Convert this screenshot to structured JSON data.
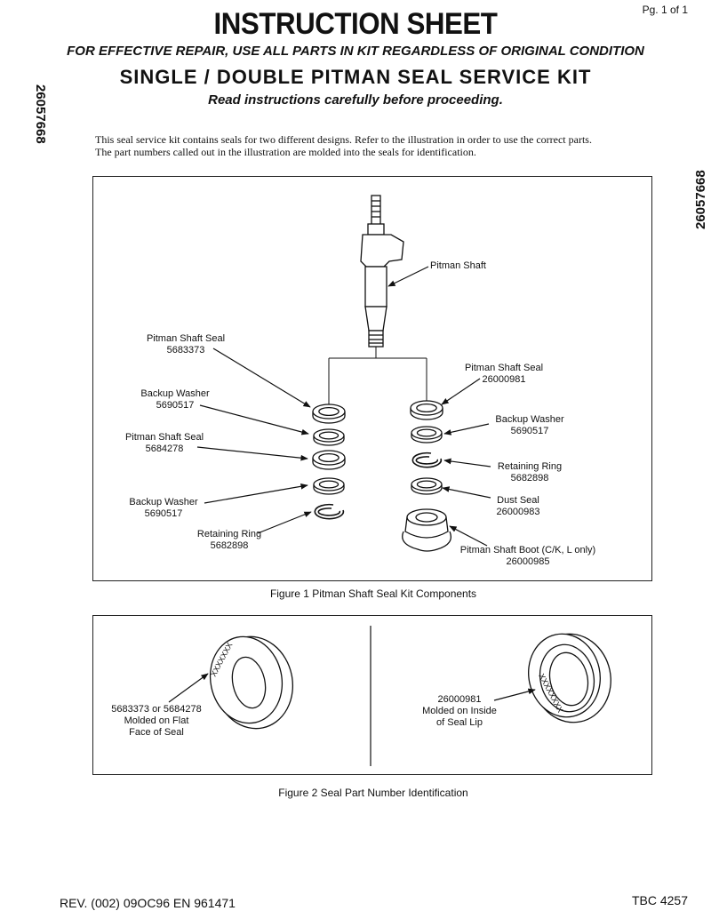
{
  "header": {
    "page": "Pg. 1 of 1",
    "title": "INSTRUCTION SHEET",
    "notice": "FOR EFFECTIVE REPAIR, USE ALL PARTS IN KIT REGARDLESS OF ORIGINAL CONDITION",
    "kit_title": "SINGLE / DOUBLE PITMAN SEAL SERVICE KIT",
    "read": "Read instructions carefully before proceeding.",
    "side_number": "26057668"
  },
  "intro": {
    "line1": "This seal service kit contains seals for two different designs.  Refer to the illustration in order to use the correct parts.",
    "line2": "The part numbers called out in the illustration are molded into the seals for identification."
  },
  "figure1": {
    "caption": "Figure 1 Pitman Shaft Seal Kit Components",
    "shaft_label": "Pitman Shaft",
    "left_stack": [
      {
        "name": "Pitman Shaft Seal",
        "part": "5683373"
      },
      {
        "name": "Backup Washer",
        "part": "5690517"
      },
      {
        "name": "Pitman Shaft Seal",
        "part": "5684278"
      },
      {
        "name": "Backup Washer",
        "part": "5690517"
      },
      {
        "name": "Retaining Ring",
        "part": "5682898"
      }
    ],
    "right_stack": [
      {
        "name": "Pitman Shaft Seal",
        "part": "26000981"
      },
      {
        "name": "Backup Washer",
        "part": "5690517"
      },
      {
        "name": "Retaining Ring",
        "part": "5682898"
      },
      {
        "name": "Dust Seal",
        "part": "26000983"
      },
      {
        "name": "Pitman Shaft Boot (C/K, L only)",
        "part": "26000985"
      }
    ]
  },
  "figure2": {
    "caption": "Figure 2 Seal Part Number Identification",
    "left": {
      "line1": "5683373 or 5684278",
      "line2": "Molded on Flat",
      "line3": "Face of Seal",
      "mark": "XXXXXXX"
    },
    "right": {
      "line1": "26000981",
      "line2": "Molded on Inside",
      "line3": "of Seal Lip",
      "mark": "XXXXXXXX"
    }
  },
  "footer": {
    "revision": "REV. (002) 09OC96 EN 961471",
    "code": "TBC 4257"
  }
}
